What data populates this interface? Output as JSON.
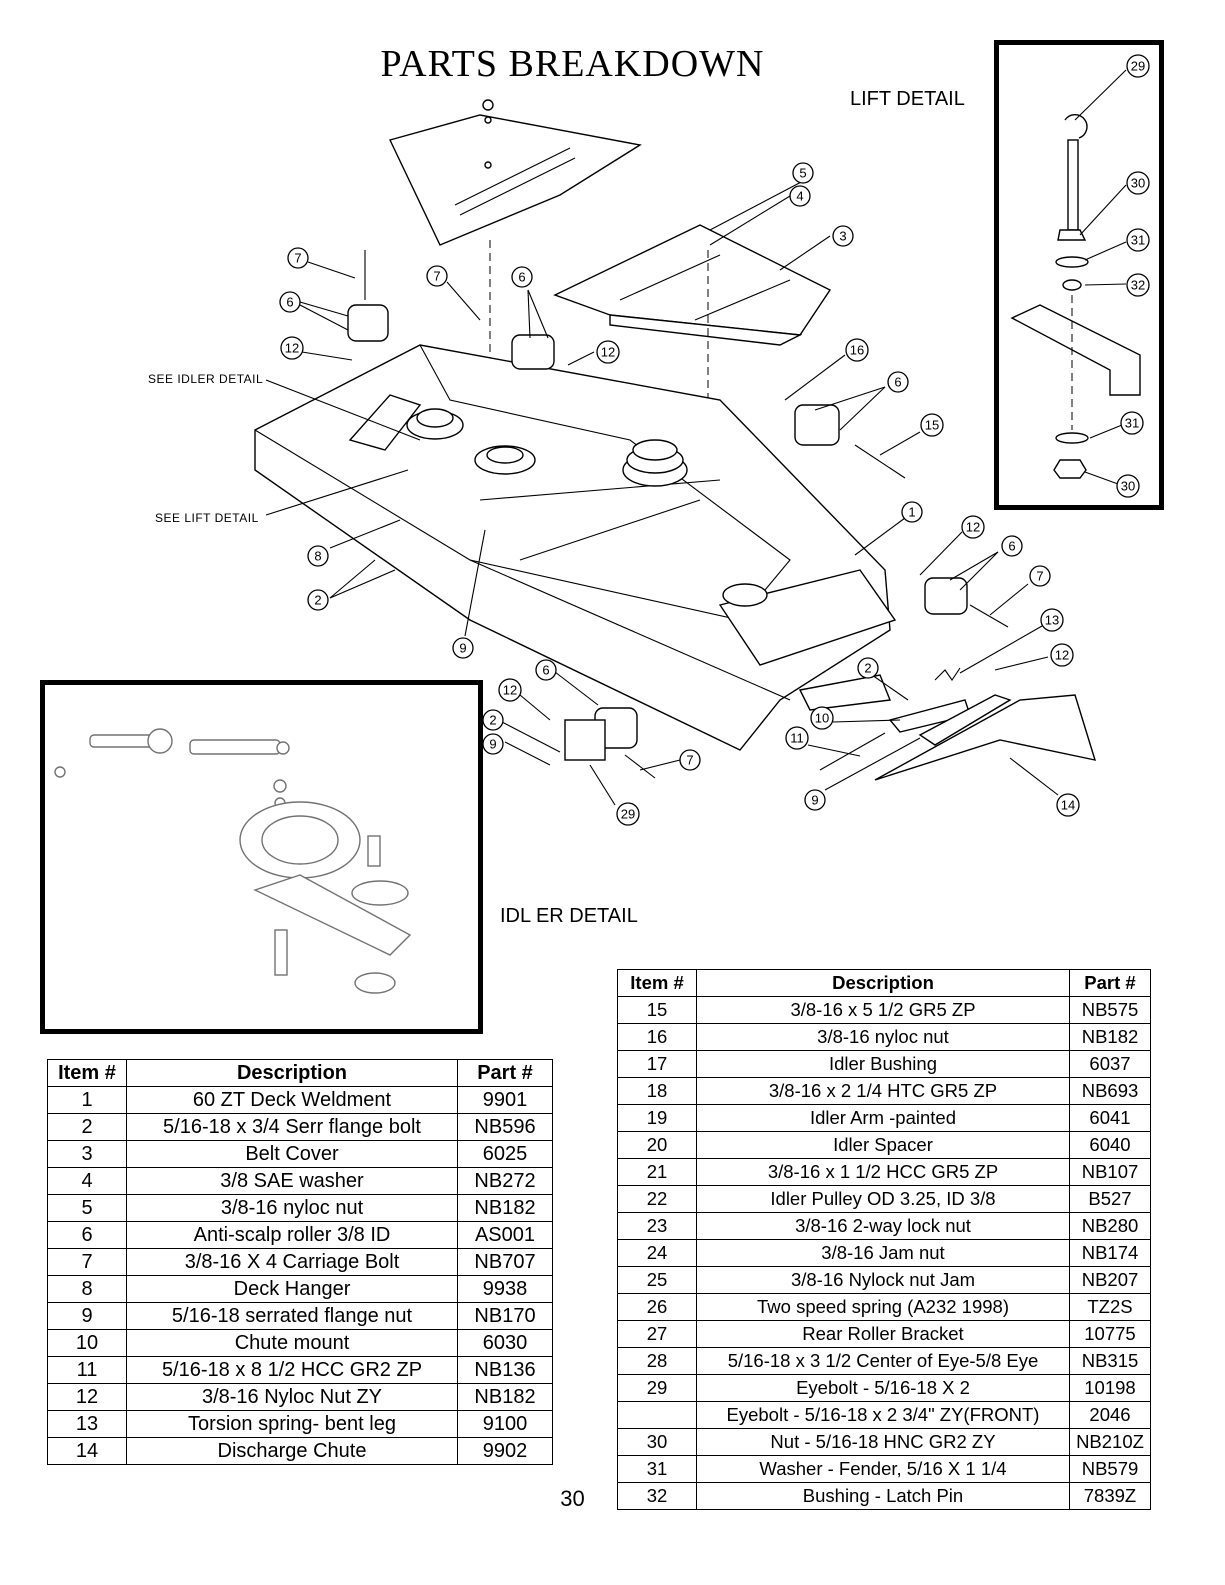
{
  "page": {
    "title": "PARTS BREAKDOWN",
    "page_number": "30"
  },
  "labels": {
    "lift_detail": "LIFT  DETAIL",
    "idler_detail": "IDL ER DETAIL",
    "see_idler": "SEE IDLER DETAIL",
    "see_lift": "SEE LIFT DETAIL"
  },
  "balloons": {
    "b1": "1",
    "b2a": "2",
    "b2b": "2",
    "b2c": "2",
    "b3": "3",
    "b4": "4",
    "b5": "5",
    "b6a": "6",
    "b6b": "6",
    "b6c": "6",
    "b6d": "6",
    "b6e": "6",
    "b7a": "7",
    "b7b": "7",
    "b7c": "7",
    "b7d": "7",
    "b8": "8",
    "b9a": "9",
    "b9b": "9",
    "b9c": "9",
    "b10": "10",
    "b11": "11",
    "b12a": "12",
    "b12b": "12",
    "b12c": "12",
    "b12d": "12",
    "b12e": "12",
    "b13": "13",
    "b14": "14",
    "b15": "15",
    "b16": "16",
    "b29a": "29",
    "b29b": "29",
    "b30a": "30",
    "b30b": "30",
    "b31a": "31",
    "b31b": "31",
    "b32": "32"
  },
  "table_left": {
    "headers": [
      "Item #",
      "Description",
      "Part #"
    ],
    "rows": [
      [
        "1",
        "60 ZT Deck Weldment",
        "9901"
      ],
      [
        "2",
        "5/16-18 x 3/4 Serr flange bolt",
        "NB596"
      ],
      [
        "3",
        "Belt Cover",
        "6025"
      ],
      [
        "4",
        "3/8 SAE washer",
        "NB272"
      ],
      [
        "5",
        "3/8-16 nyloc nut",
        "NB182"
      ],
      [
        "6",
        "Anti-scalp roller 3/8 ID",
        "AS001"
      ],
      [
        "7",
        "3/8-16 X 4 Carriage Bolt",
        "NB707"
      ],
      [
        "8",
        "Deck Hanger",
        "9938"
      ],
      [
        "9",
        "5/16-18 serrated flange nut",
        "NB170"
      ],
      [
        "10",
        "Chute mount",
        "6030"
      ],
      [
        "11",
        "5/16-18 x 8 1/2 HCC GR2 ZP",
        "NB136"
      ],
      [
        "12",
        "3/8-16 Nyloc Nut ZY",
        "NB182"
      ],
      [
        "13",
        "Torsion spring- bent leg",
        "9100"
      ],
      [
        "14",
        "Discharge Chute",
        "9902"
      ]
    ]
  },
  "table_right": {
    "headers": [
      "Item #",
      "Description",
      "Part #"
    ],
    "rows": [
      [
        "15",
        "3/8-16 x 5 1/2 GR5 ZP",
        "NB575"
      ],
      [
        "16",
        "3/8-16 nyloc nut",
        "NB182"
      ],
      [
        "17",
        "Idler Bushing",
        "6037"
      ],
      [
        "18",
        "3/8-16 x 2 1/4 HTC GR5 ZP",
        "NB693"
      ],
      [
        "19",
        "Idler Arm -painted",
        "6041"
      ],
      [
        "20",
        "Idler Spacer",
        "6040"
      ],
      [
        "21",
        "3/8-16 x 1 1/2 HCC GR5 ZP",
        "NB107"
      ],
      [
        "22",
        "Idler Pulley OD 3.25, ID 3/8",
        "B527"
      ],
      [
        "23",
        "3/8-16 2-way lock nut",
        "NB280"
      ],
      [
        "24",
        "3/8-16 Jam nut",
        "NB174"
      ],
      [
        "25",
        "3/8-16 Nylock nut Jam",
        "NB207"
      ],
      [
        "26",
        "Two speed spring (A232 1998)",
        "TZ2S"
      ],
      [
        "27",
        "Rear Roller Bracket",
        "10775"
      ],
      [
        "28",
        "5/16-18 x 3 1/2 Center of Eye-5/8 Eye",
        "NB315"
      ],
      [
        "29",
        "Eyebolt - 5/16-18 X 2",
        "10198"
      ],
      [
        "",
        "Eyebolt - 5/16-18 x 2 3/4\" ZY(FRONT)",
        "2046"
      ],
      [
        "30",
        "Nut - 5/16-18 HNC GR2 ZY",
        "NB210Z"
      ],
      [
        "31",
        "Washer - Fender, 5/16 X 1 1/4",
        "NB579"
      ],
      [
        "32",
        "Bushing - Latch Pin",
        "7839Z"
      ]
    ]
  }
}
